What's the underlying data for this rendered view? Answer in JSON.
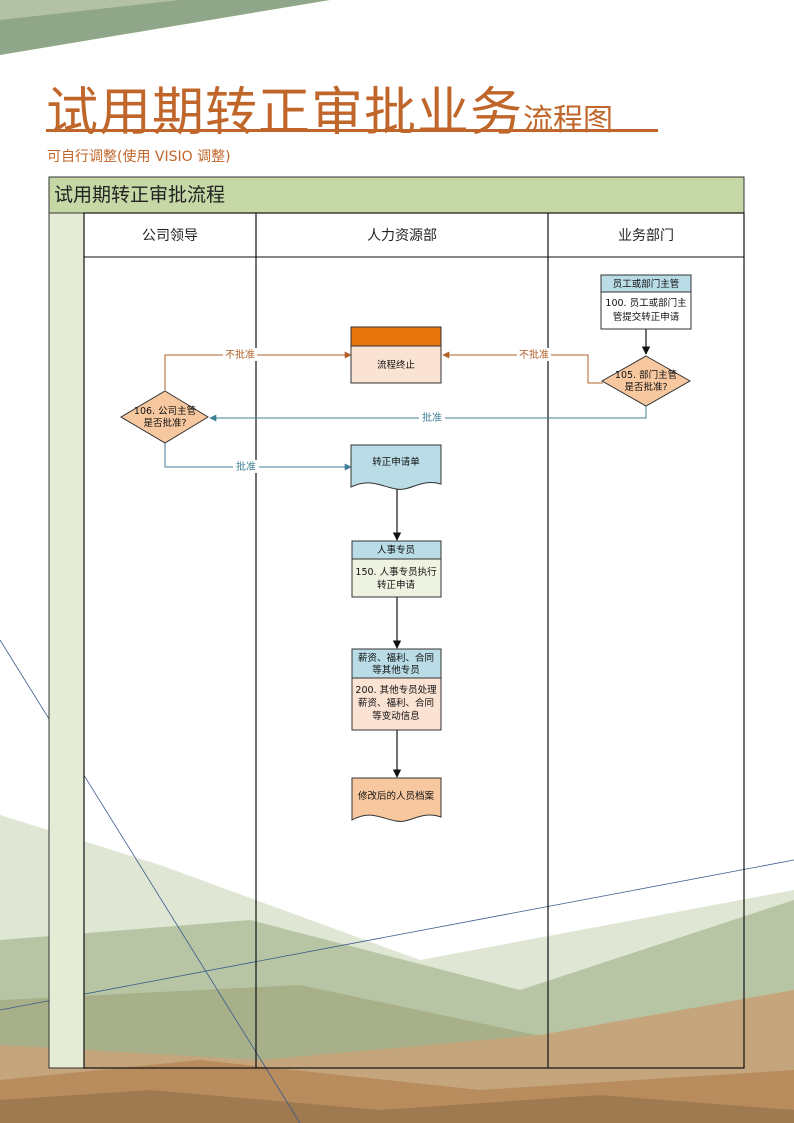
{
  "page": {
    "title_main": "试用期转正审批业务",
    "title_suffix": "流程图",
    "subtitle": "可自行调整(使用 VISIO 调整)"
  },
  "pool": {
    "title": "试用期转正审批流程",
    "lanes": [
      "公司领导",
      "人力资源部",
      "业务部门"
    ]
  },
  "nodes": {
    "employee_header": "员工或部门主管",
    "employee_body_1": "100. 员工或部门主",
    "employee_body_2": "管提交转正申请",
    "dept_decision_1": "105. 部门主管",
    "dept_decision_2": "是否批准?",
    "leader_decision_1": "106. 公司主管",
    "leader_decision_2": "是否批准?",
    "terminate": "流程终止",
    "application_doc": "转正申请单",
    "hr_staff_header": "人事专员",
    "hr_staff_body_1": "150. 人事专员执行",
    "hr_staff_body_2": "转正申请",
    "specialist_header_1": "薪资、福利、合同",
    "specialist_header_2": "等其他专员",
    "specialist_body_1": "200. 其他专员处理",
    "specialist_body_2": "薪资、福利、合同",
    "specialist_body_3": "等变动信息",
    "archive_doc": "修改后的人员档案"
  },
  "edges": {
    "leader_reject": "不批准",
    "dept_reject": "不批准",
    "dept_approve": "批准",
    "leader_approve": "批准"
  },
  "colors": {
    "accent": "#c0662a",
    "pool_header": "#c6d8a6",
    "lane_strip": "#e4ecd6",
    "blue_header": "#b9dce6",
    "green_body": "#eef2e0",
    "peach": "#fbe3d3",
    "orange_top": "#e8740c",
    "diamond": "#f7c8a0",
    "reject_line": "#b0602a",
    "approve_line": "#3f7f96"
  }
}
